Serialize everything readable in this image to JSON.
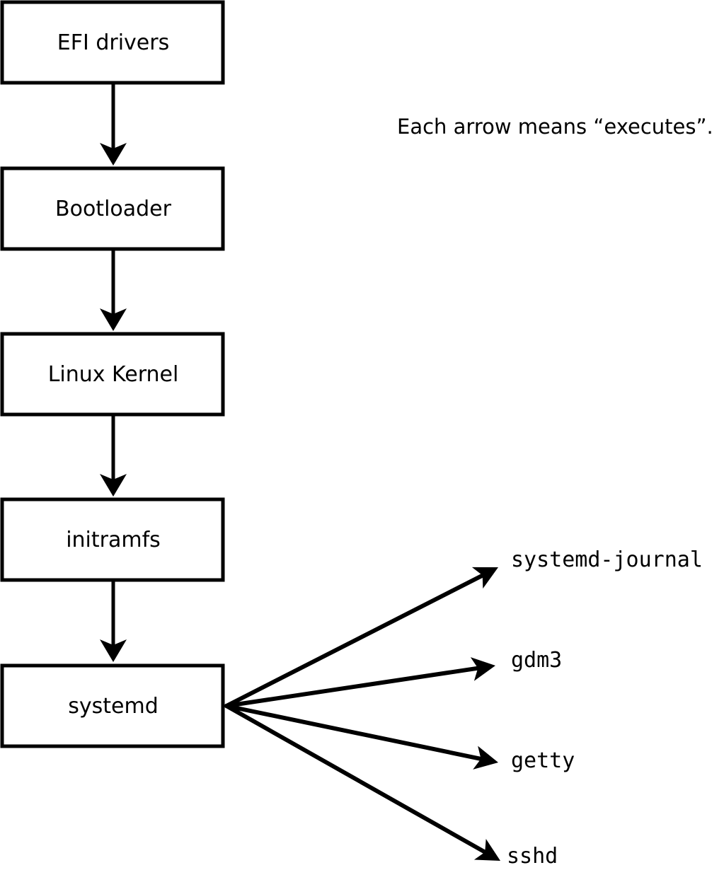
{
  "note": {
    "text": "Each arrow means “executes”."
  },
  "boot_chain": [
    {
      "label": "EFI drivers"
    },
    {
      "label": "Bootloader"
    },
    {
      "label": "Linux Kernel"
    },
    {
      "label": "initramfs"
    },
    {
      "label": "systemd"
    }
  ],
  "spawned_processes": [
    {
      "label": "systemd-journal"
    },
    {
      "label": "gdm3"
    },
    {
      "label": "getty"
    },
    {
      "label": "sshd"
    }
  ],
  "colors": {
    "ink": "#000000",
    "background": "#ffffff",
    "box_fill": "#ffffff"
  }
}
